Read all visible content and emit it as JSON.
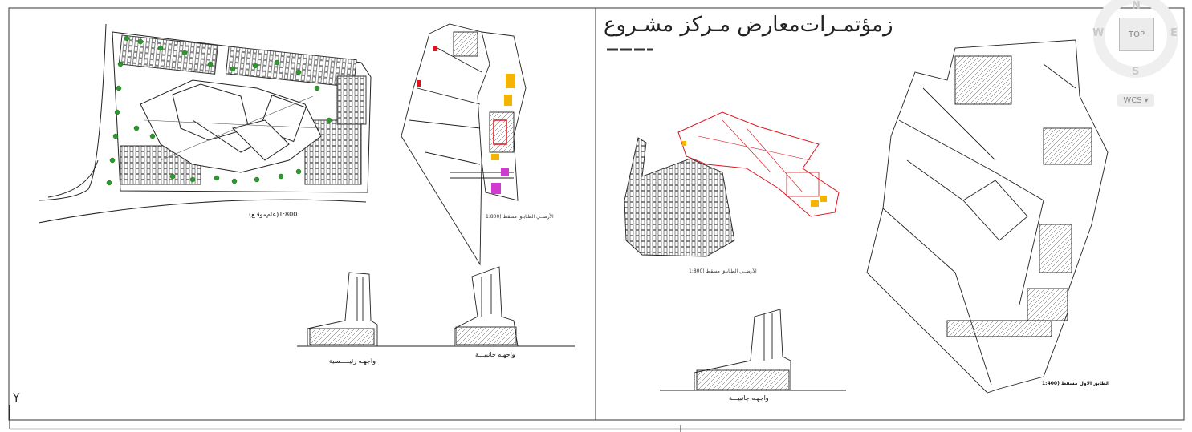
{
  "project_title": "زمؤتمـرات‌معارض‌ مـركز مشـروع",
  "labels": {
    "site_plan": "(عام‌موقـع)1:800",
    "ground_floor_left": "1:800) الأرضــي الطـابـق مسقط",
    "elevation_side_left": "واجهـه رئيـــــسية",
    "elevation_front_left": "واجهـه جانبيـــة",
    "ground_floor_right": "1:800) الأرضــي الطـابـق مسقط",
    "elevation_right": "واجهـه جانبيـــة",
    "first_floor_right": "1:400) الطابق الاول مسقط"
  },
  "viewcube": {
    "top": "TOP",
    "west": "W",
    "east": "E",
    "south": "S",
    "north": "N",
    "wcs": "WCS",
    "wcs_caret": "▾"
  },
  "ucs": {
    "y_axis": "Y"
  },
  "colors": {
    "line": "#222222",
    "red": "#e0141e",
    "yellow": "#f4b400",
    "magenta": "#d03ad0",
    "green": "#2e9a2e"
  }
}
